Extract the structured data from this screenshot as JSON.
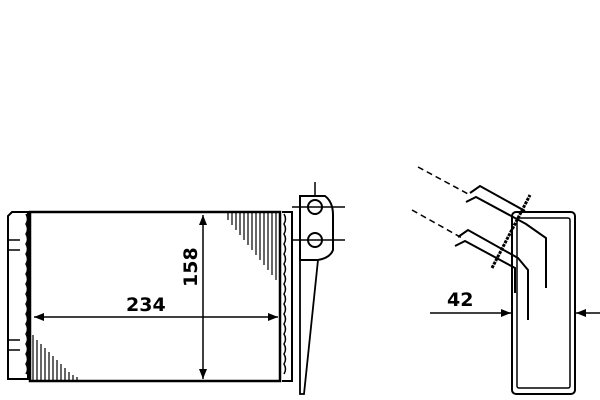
{
  "diagram": {
    "dimensions": {
      "width": "234",
      "height": "158",
      "depth": "42"
    },
    "colors": {
      "line": "#000000",
      "background": "#ffffff"
    }
  }
}
